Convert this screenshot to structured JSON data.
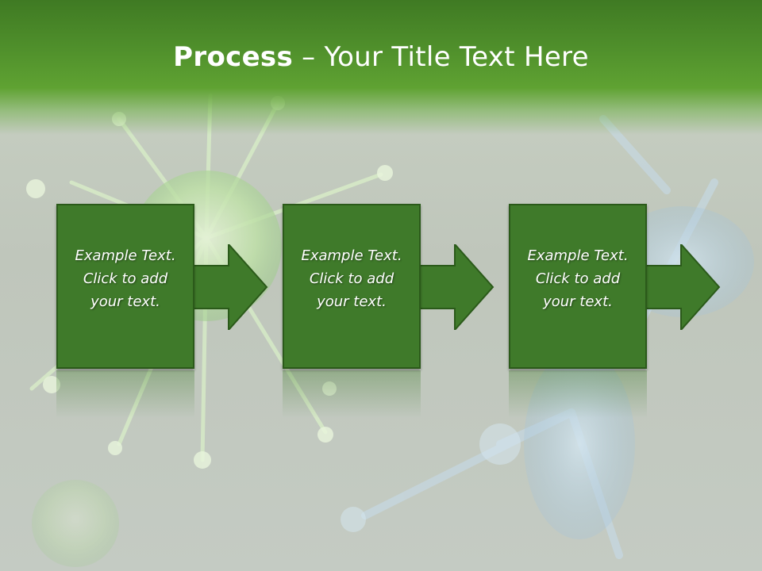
{
  "title": {
    "bold": "Process",
    "rest": " – Your Title Text Here"
  },
  "steps": [
    {
      "text": "Example Text.\nClick  to add\nyour text."
    },
    {
      "text": "Example Text.\nClick  to add\nyour text."
    },
    {
      "text": "Example Text.\nClick  to add\nyour text."
    }
  ],
  "colors": {
    "title_bar": "#4f8f2b",
    "box_fill": "#3f7a2a",
    "box_border": "#2b5a1a",
    "arrow_fill": "#3f7a2a"
  }
}
